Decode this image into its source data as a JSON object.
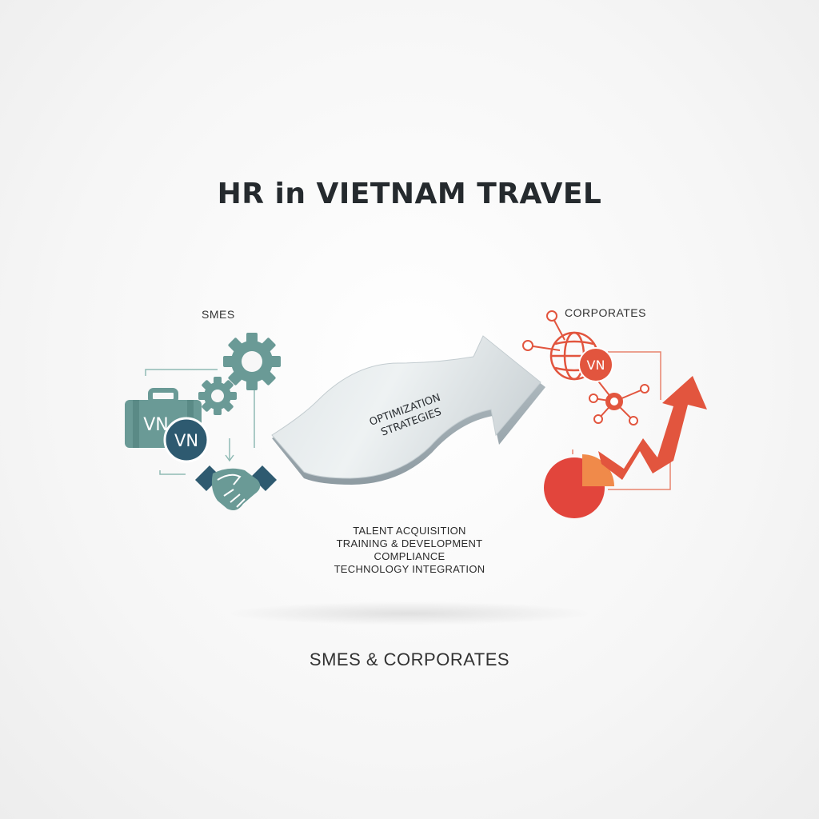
{
  "title": "HR in VIETNAM TRAVEL",
  "left_group": {
    "label": "SMES",
    "briefcase_text": "VN",
    "badge_text": "VN",
    "color": "#6a9a96",
    "dark_color": "#2e5a70",
    "icons": [
      "briefcase-icon",
      "vn-badge-icon",
      "gear-icon",
      "handshake-icon"
    ]
  },
  "arrow": {
    "line1": "OPTIMIZATION",
    "line2": "STRATEGIES"
  },
  "right_group": {
    "label": "CORPORATES",
    "badge_text": "VN",
    "color": "#e2553e",
    "icons": [
      "globe-icon",
      "network-icon",
      "pie-chart-icon",
      "trend-up-arrow-icon"
    ]
  },
  "strategies": [
    "TALENT ACQUISITION",
    "TRAINING & DEVELOPMENT",
    "COMPLIANCE",
    "TECHNOLOGY INTEGRATION"
  ],
  "footer": "SMES & CORPORATES"
}
